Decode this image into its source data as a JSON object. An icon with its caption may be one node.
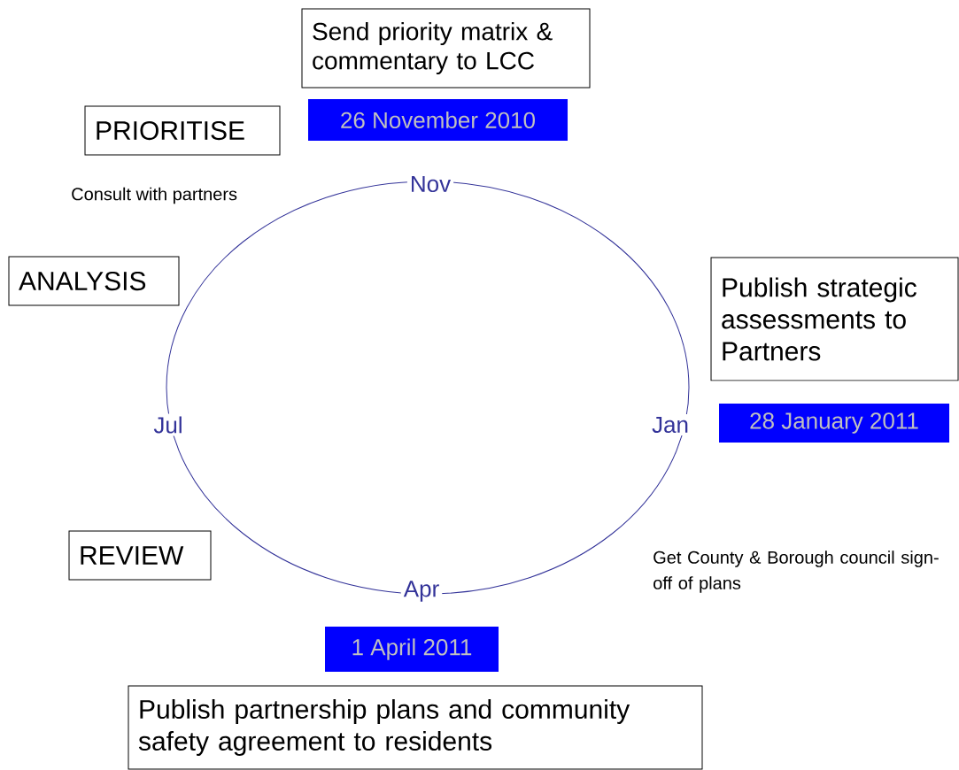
{
  "diagram": {
    "nodes": [
      {
        "text": [
          "Send priority matrix & commentary to LCC"
        ]
      },
      {
        "text": [
          "26 November 2010"
        ]
      },
      {
        "text": [
          "PRIORITISE"
        ]
      },
      {
        "text": [
          "ANALYSIS"
        ]
      },
      {
        "text": [
          "Publish strategic assessments to Partners"
        ]
      },
      {
        "text": [
          "28 January 2011"
        ]
      },
      {
        "text": [
          "REVIEW"
        ]
      },
      {
        "text": [
          "1 April 2011"
        ]
      },
      {
        "text": [
          "Publish partnership plans and community safety agreement to residents"
        ]
      }
    ],
    "labels": [
      "Nov",
      "Consult with partners",
      "Jul",
      "Jan",
      "Get County & Borough council sign-off of plans",
      "Apr"
    ]
  }
}
